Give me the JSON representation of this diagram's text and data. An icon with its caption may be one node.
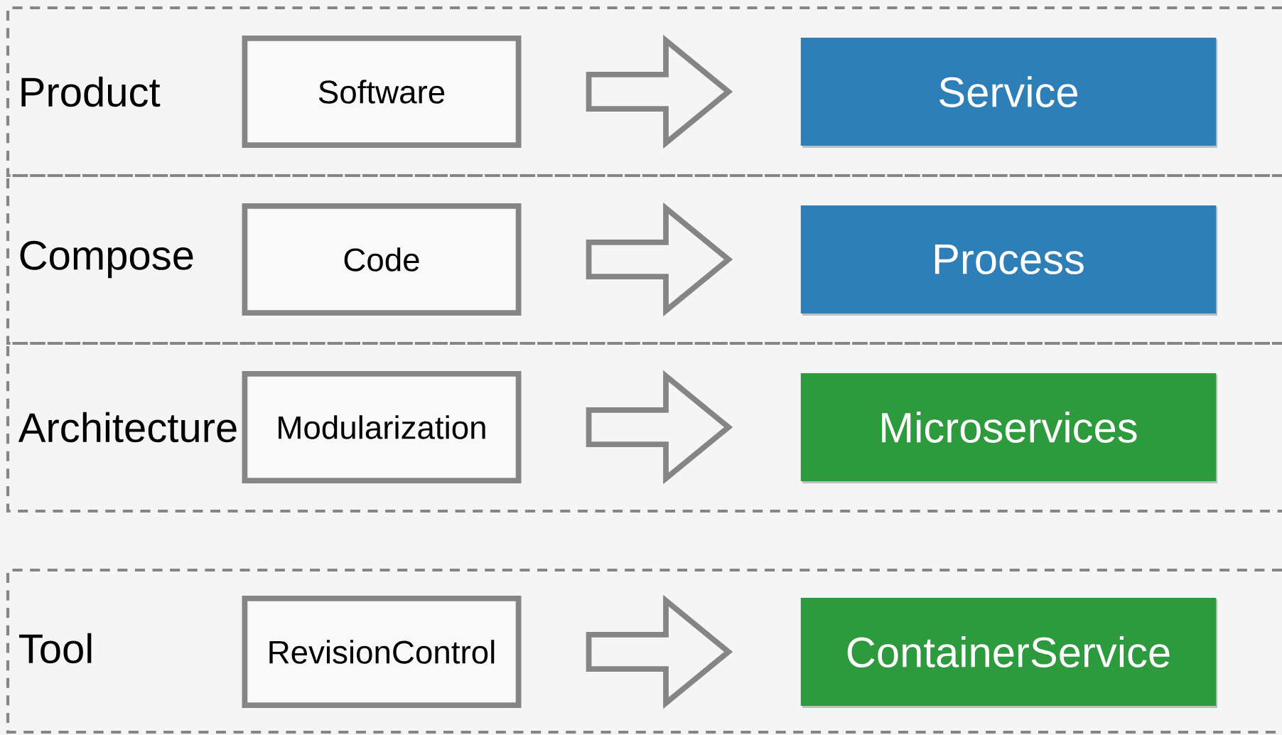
{
  "diagram": {
    "nodes": [
      {
        "text": [
          "Product"
        ]
      },
      {
        "text": [
          "Software"
        ],
        "in": 0
      },
      {
        "text": [
          "Service"
        ],
        "in": 0
      },
      {
        "text": [
          "Compose"
        ]
      },
      {
        "text": [
          "Code"
        ],
        "in": 3
      },
      {
        "text": [
          "Process"
        ],
        "in": 3
      },
      {
        "text": [
          "Architecture"
        ]
      },
      {
        "text": [
          "Modularization"
        ],
        "in": 6
      },
      {
        "text": [
          "Microservices"
        ],
        "in": 6
      },
      {
        "text": [
          "Tool"
        ]
      },
      {
        "text": [
          "RevisionControl"
        ],
        "in": 9
      },
      {
        "text": [
          "ContainerService"
        ],
        "in": 9
      }
    ],
    "edges": [
      {
        "from": 1,
        "to": 2,
        "arrow": "to"
      },
      {
        "from": 4,
        "to": 5,
        "arrow": "to"
      },
      {
        "from": 7,
        "to": 8,
        "arrow": "to"
      },
      {
        "from": 10,
        "to": 11,
        "arrow": "to"
      }
    ]
  }
}
